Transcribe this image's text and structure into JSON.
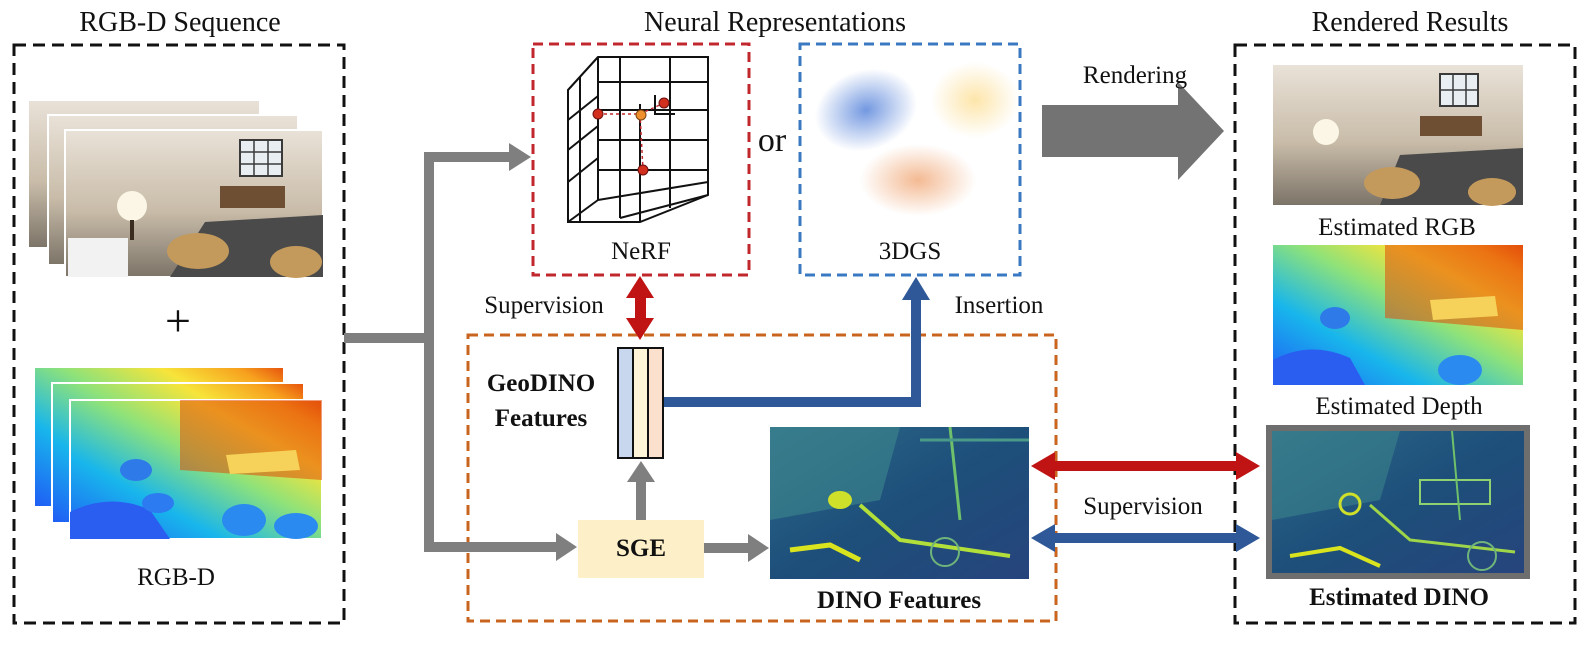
{
  "sections": {
    "input_title": "RGB-D Sequence",
    "neural_title": "Neural Representations",
    "output_title": "Rendered Results"
  },
  "input": {
    "plus": "+",
    "rgbd_label": "RGB-D"
  },
  "neural": {
    "nerf_label": "NeRF",
    "or_label": "or",
    "gs_label": "3DGS"
  },
  "flow": {
    "rendering_label": "Rendering",
    "supervision_top_label": "Supervision",
    "insertion_label": "Insertion",
    "supervision_bottom_label": "Supervision"
  },
  "features": {
    "geodino_line1": "GeoDINO",
    "geodino_line2": "Features",
    "sge_label": "SGE",
    "dino_label": "DINO Features"
  },
  "results": {
    "rgb_label": "Estimated RGB",
    "depth_label": "Estimated Depth",
    "dino_label": "Estimated DINO"
  },
  "colors": {
    "nerf_border": "#c0282d",
    "gs_border": "#3a78c2",
    "feature_border": "#c8641e",
    "red_arrow": "#c01414",
    "blue_arrow": "#2e5898",
    "gray_arrow": "#7f7f7f",
    "sge_fill": "#fdf0c8"
  }
}
